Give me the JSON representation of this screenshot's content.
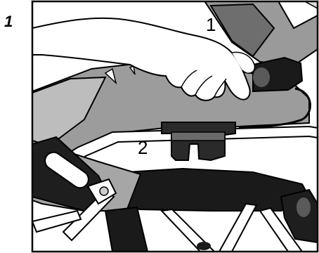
{
  "step": {
    "number": "1"
  },
  "callouts": [
    {
      "id": "hand",
      "label": "1"
    },
    {
      "id": "strap-clip",
      "label": "2"
    }
  ],
  "colors": {
    "frame": "#000000",
    "seat_light": "#c8c8c8",
    "seat_mid": "#8c8c8c",
    "seat_dark": "#5a5a5a",
    "strap": "#1a1a1a",
    "metal": "#ffffff",
    "hand": "#ffffff"
  }
}
